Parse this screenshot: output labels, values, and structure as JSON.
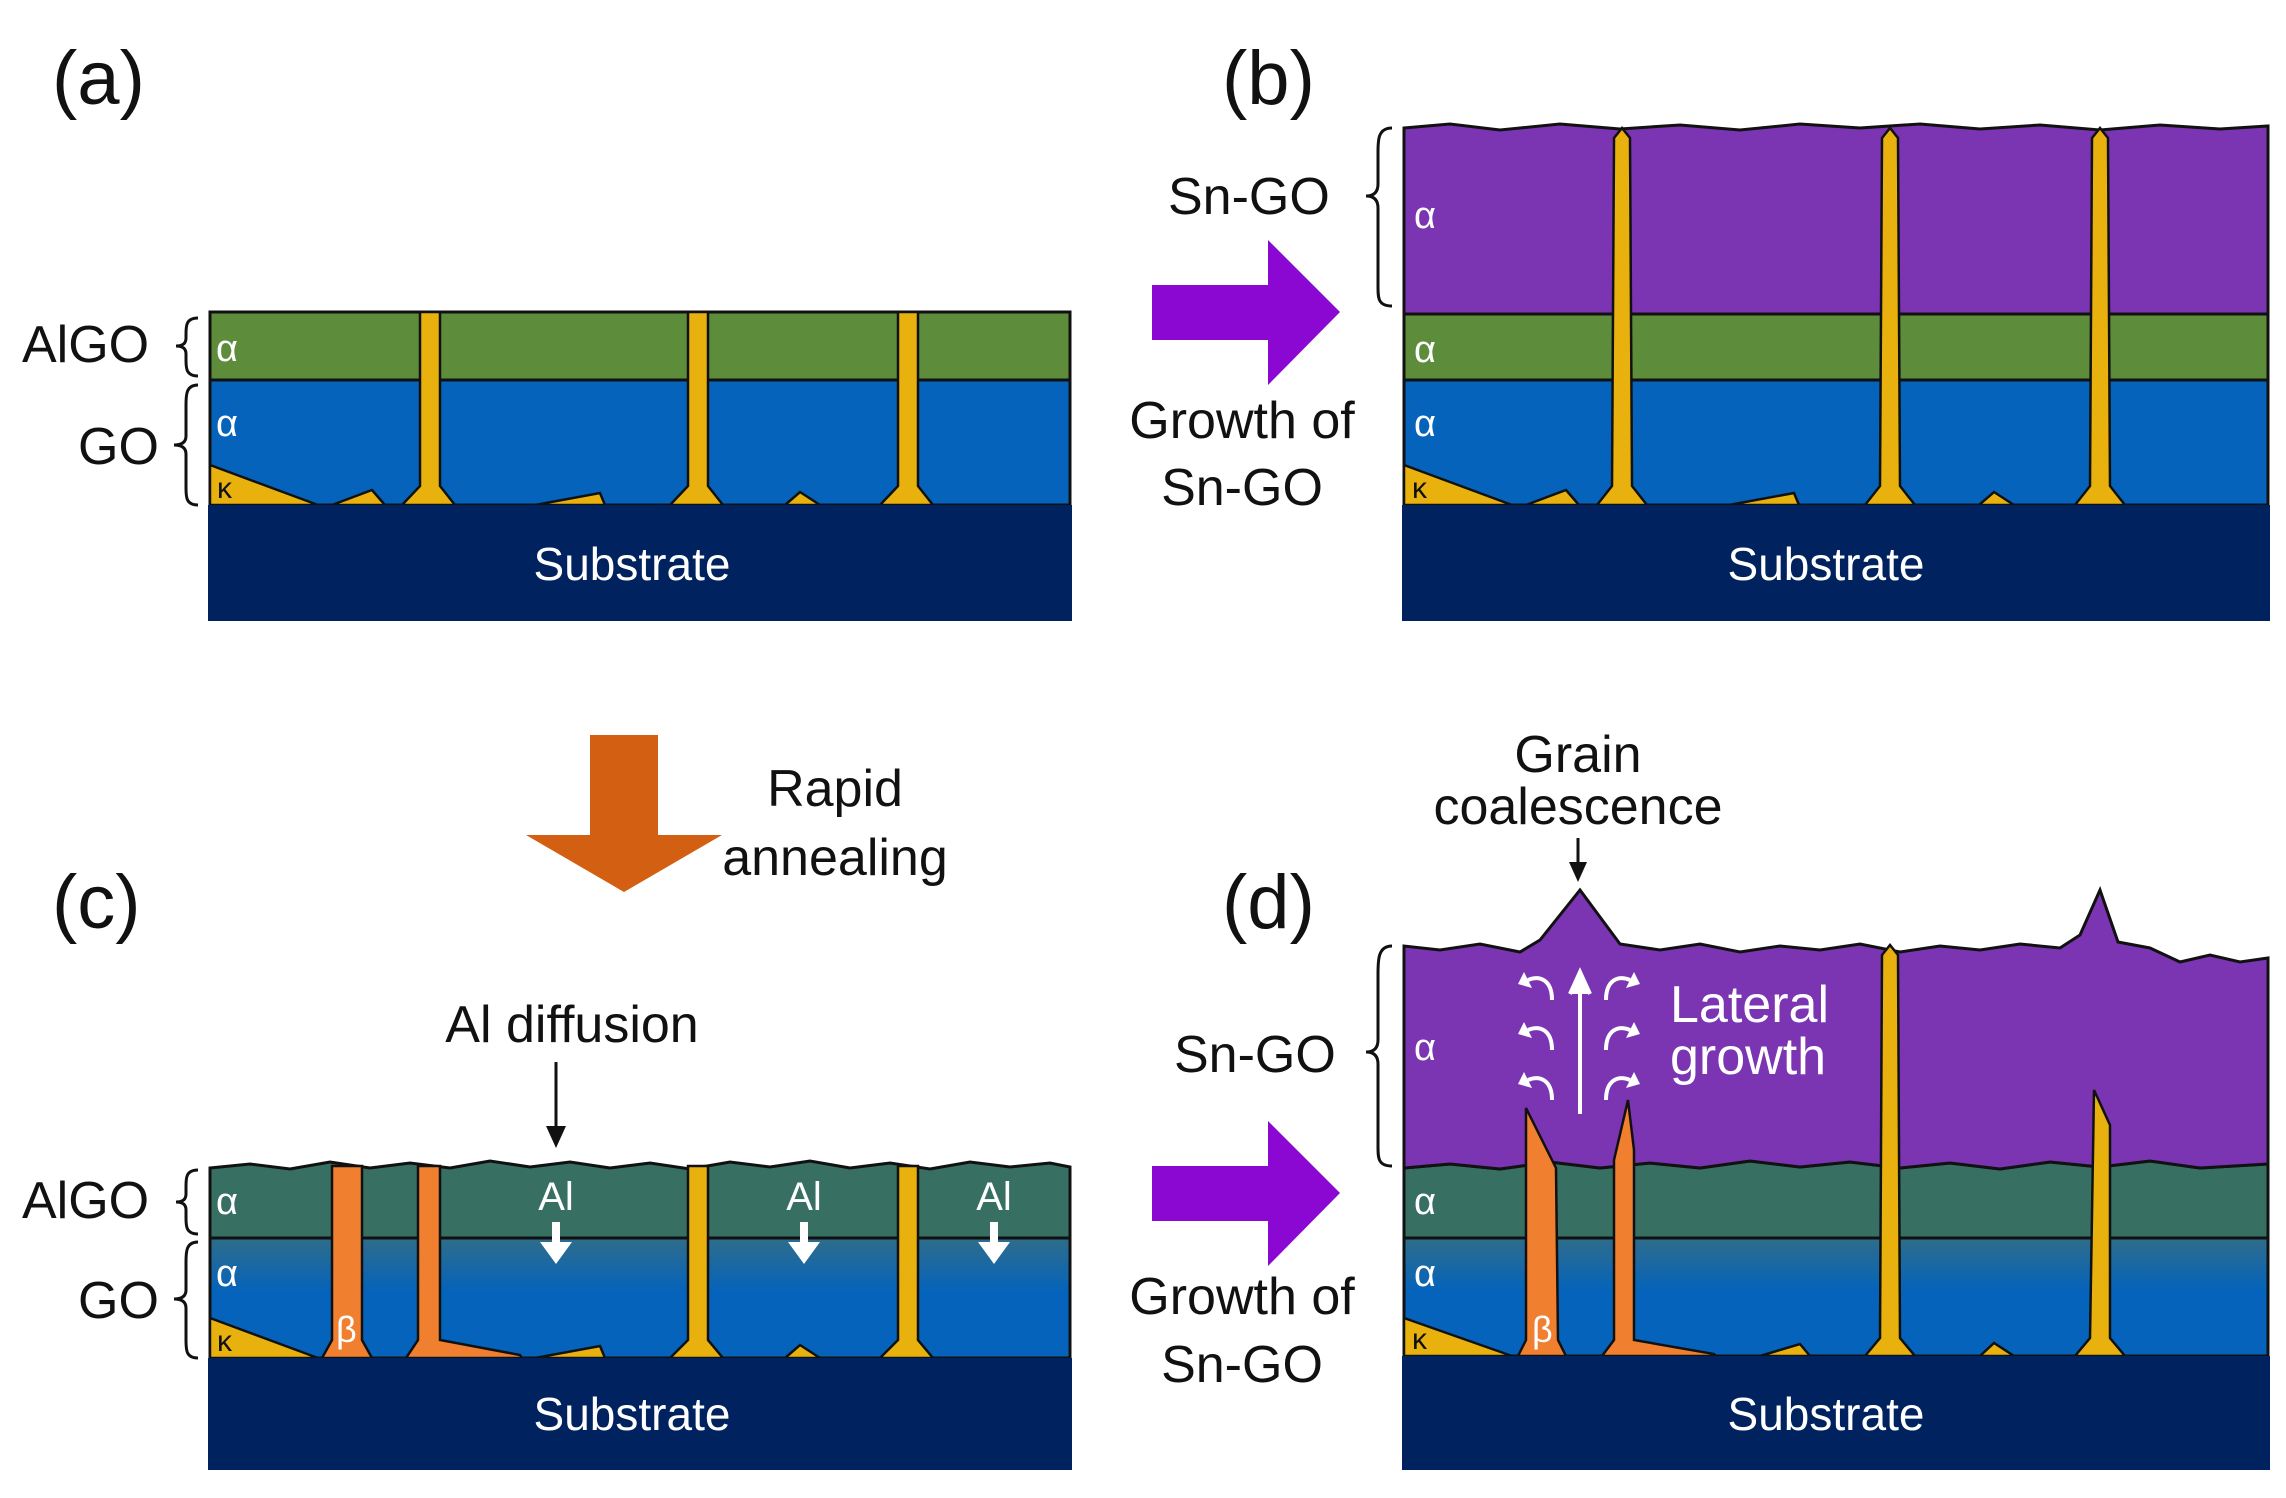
{
  "panels": {
    "a": {
      "label": "(a)",
      "layer_top": "AlGO",
      "layer_mid": "GO",
      "alpha_1": "α",
      "alpha_2": "α",
      "kappa": "κ",
      "substrate": "Substrate"
    },
    "b": {
      "label": "(b)",
      "layer_top": "Sn-GO",
      "alpha_1": "α",
      "alpha_2": "α",
      "alpha_3": "α",
      "kappa": "κ",
      "substrate": "Substrate"
    },
    "c": {
      "label": "(c)",
      "layer_top": "AlGO",
      "layer_mid": "GO",
      "alpha_1": "α",
      "alpha_2": "α",
      "kappa": "κ",
      "beta": "β",
      "al_1": "Al",
      "al_2": "Al",
      "al_3": "Al",
      "annotation": "Al diffusion",
      "substrate": "Substrate"
    },
    "d": {
      "label": "(d)",
      "layer_top": "Sn-GO",
      "alpha_1": "α",
      "alpha_2": "α",
      "alpha_3": "α",
      "kappa": "κ",
      "beta": "β",
      "coalescence_1": "Grain",
      "coalescence_2": "coalescence",
      "lateral_1": "Lateral",
      "lateral_2": "growth",
      "substrate": "Substrate"
    }
  },
  "arrows": {
    "ab_1": "Growth of",
    "ab_2": "Sn-GO",
    "ac_1": "Rapid",
    "ac_2": "annealing",
    "cd_1": "Growth of",
    "cd_2": "Sn-GO"
  },
  "colors": {
    "substrate": "#00225e",
    "go_blue": "#0563bb",
    "algo_green": "#5d8c3a",
    "algo_annealed": "#376f63",
    "sngo_purple": "#7b35b3",
    "kappa_gold": "#e8b10d",
    "beta_orange": "#f08030",
    "growth_arrow": "#8a08d2",
    "anneal_arrow": "#d35f12"
  }
}
